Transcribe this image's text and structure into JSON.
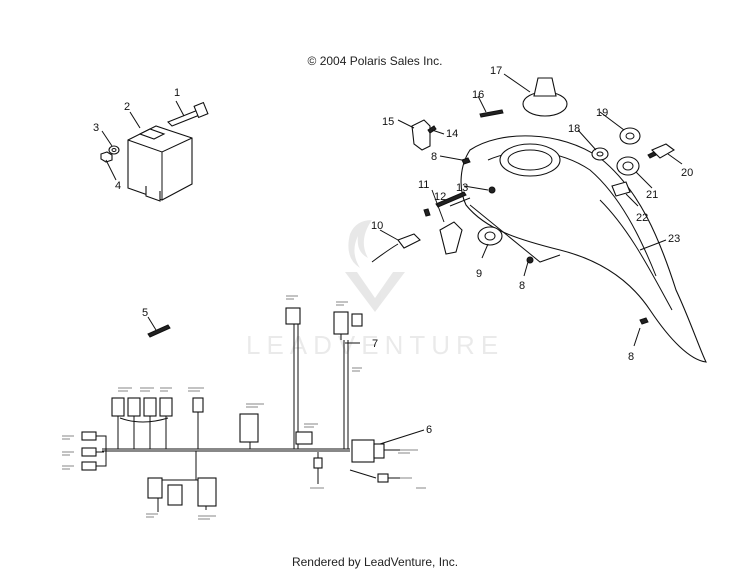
{
  "header": {
    "copyright": "© 2004 Polaris Sales Inc."
  },
  "footer": {
    "rendered_by": "Rendered by LeadVenture, Inc."
  },
  "watermark": {
    "text": "LEADVENTURE"
  },
  "callouts": {
    "c1": "1",
    "c2": "2",
    "c3": "3",
    "c4": "4",
    "c5": "5",
    "c6": "6",
    "c7": "7",
    "c8a": "8",
    "c8b": "8",
    "c8c": "8",
    "c9": "9",
    "c10": "10",
    "c11": "11",
    "c12": "12",
    "c13": "13",
    "c14": "14",
    "c15": "15",
    "c16": "16",
    "c17": "17",
    "c18": "18",
    "c19": "19",
    "c20": "20",
    "c21": "21",
    "c22": "22",
    "c23": "23"
  }
}
